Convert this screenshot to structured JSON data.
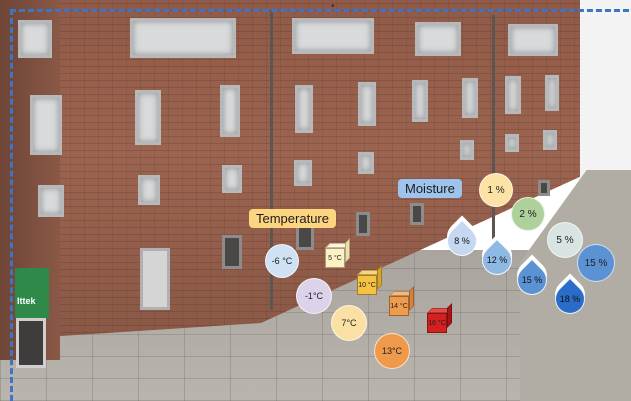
{
  "labels": {
    "temperature": "Temperature",
    "moisture": "Moisture"
  },
  "temperature": {
    "circles": [
      {
        "value": "-6 °C",
        "color": "#cfe1f3"
      },
      {
        "value": "-1°C",
        "color": "#dcd3ea"
      },
      {
        "value": "7°C",
        "color": "#fbe0a3"
      },
      {
        "value": "13°C",
        "color": "#ef9a4b"
      }
    ],
    "cubes": [
      {
        "value": "5 °C",
        "color": "#fdf1c4"
      },
      {
        "value": "10 °C",
        "color": "#f5c243"
      },
      {
        "value": "14 °C",
        "color": "#ef9c4e"
      },
      {
        "value": "16 °C",
        "color": "#d42020"
      }
    ]
  },
  "moisture": {
    "circles": [
      {
        "value": "1 %",
        "color": "#fde2a6"
      },
      {
        "value": "2 %",
        "color": "#aed09a"
      },
      {
        "value": "5 %",
        "color": "#d7e4e2"
      },
      {
        "value": "15 %",
        "color": "#5a92d4"
      }
    ],
    "drops": [
      {
        "value": "8 %",
        "color": "#c5d8f0"
      },
      {
        "value": "12 %",
        "color": "#8eb9e5"
      },
      {
        "value": "15 %",
        "color": "#5a92d4"
      },
      {
        "value": "18 %",
        "color": "#2c6cc9"
      }
    ]
  },
  "sign_text": "Ittek"
}
